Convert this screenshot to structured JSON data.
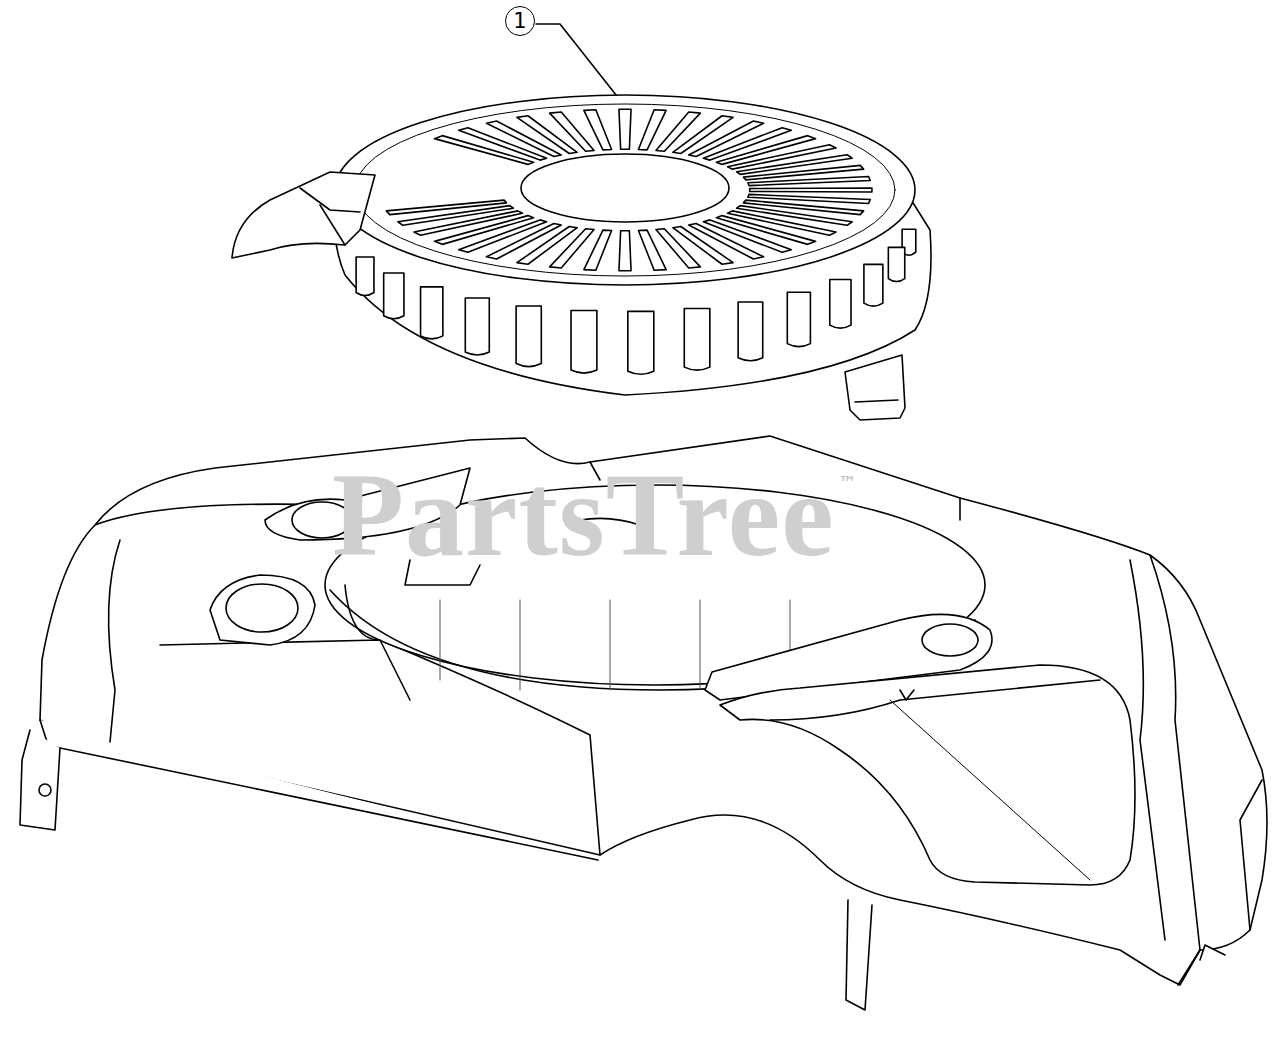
{
  "diagram": {
    "labels": [
      "1",
      "PartsTree",
      "™"
    ]
  }
}
